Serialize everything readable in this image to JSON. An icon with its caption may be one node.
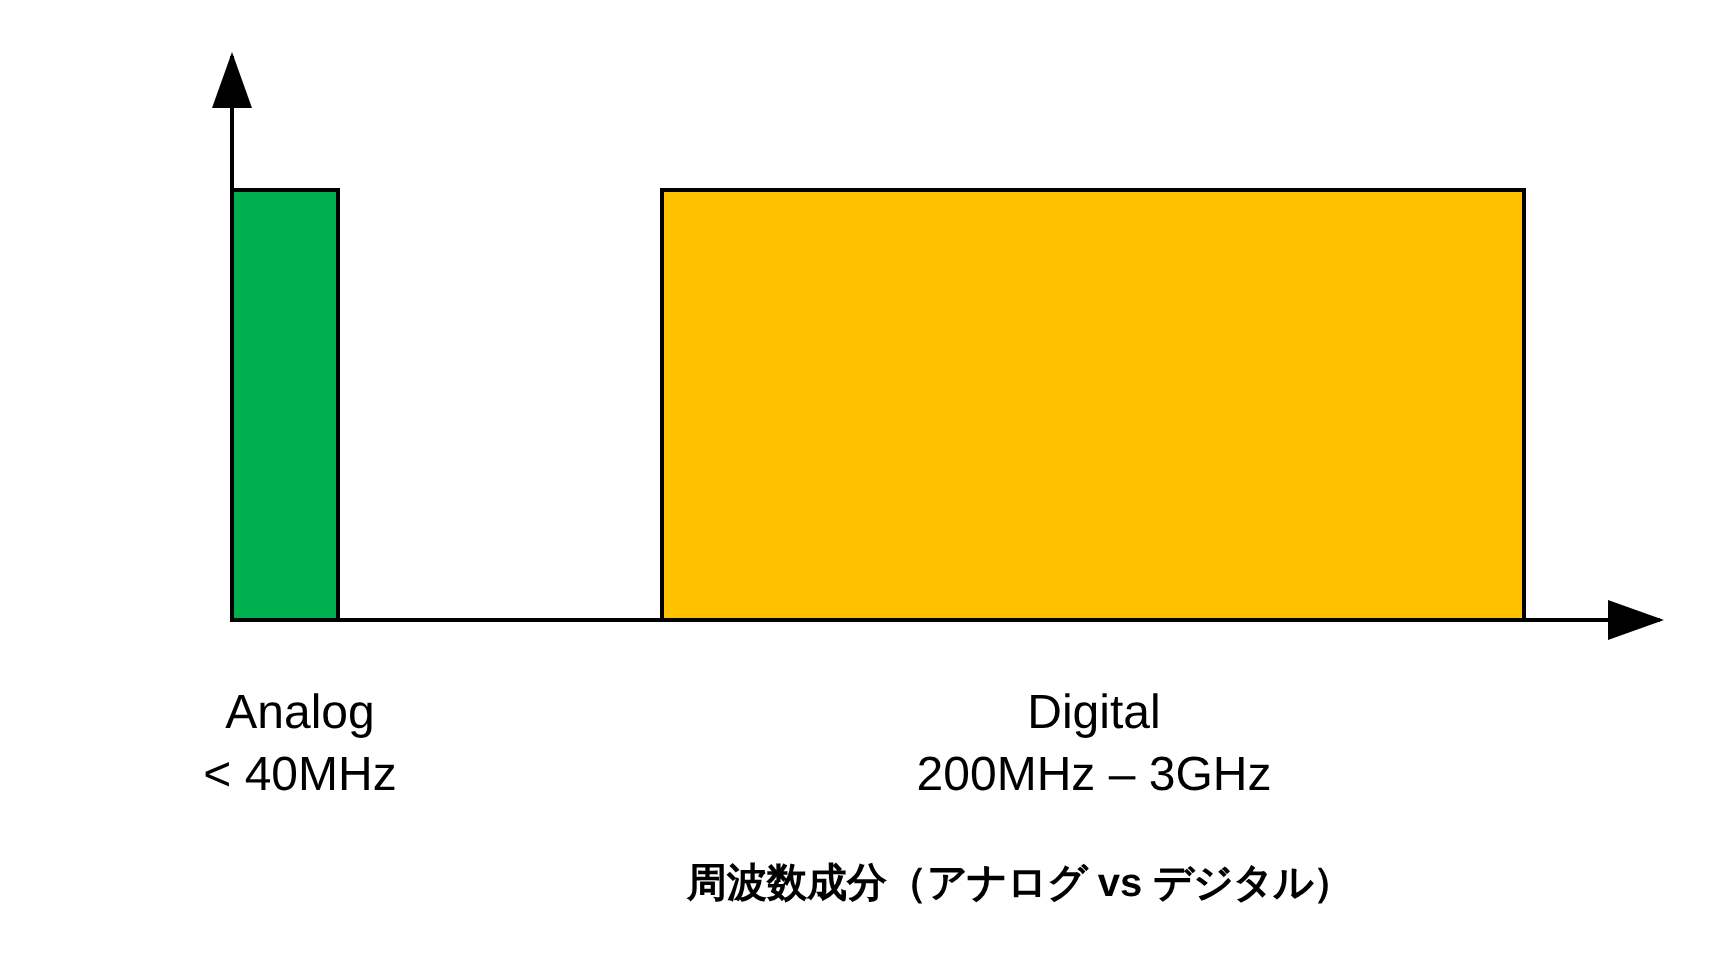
{
  "diagram": {
    "caption": "周波数成分（アナログ vs デジタル）",
    "nodes": [
      {
        "text": [],
        "shape": "bar",
        "beside": [
          "Analog",
          "< 40MHz"
        ]
      },
      {
        "text": [],
        "shape": "bar",
        "beside": [
          "Digital",
          "200MHz – 3GHz"
        ]
      }
    ]
  }
}
